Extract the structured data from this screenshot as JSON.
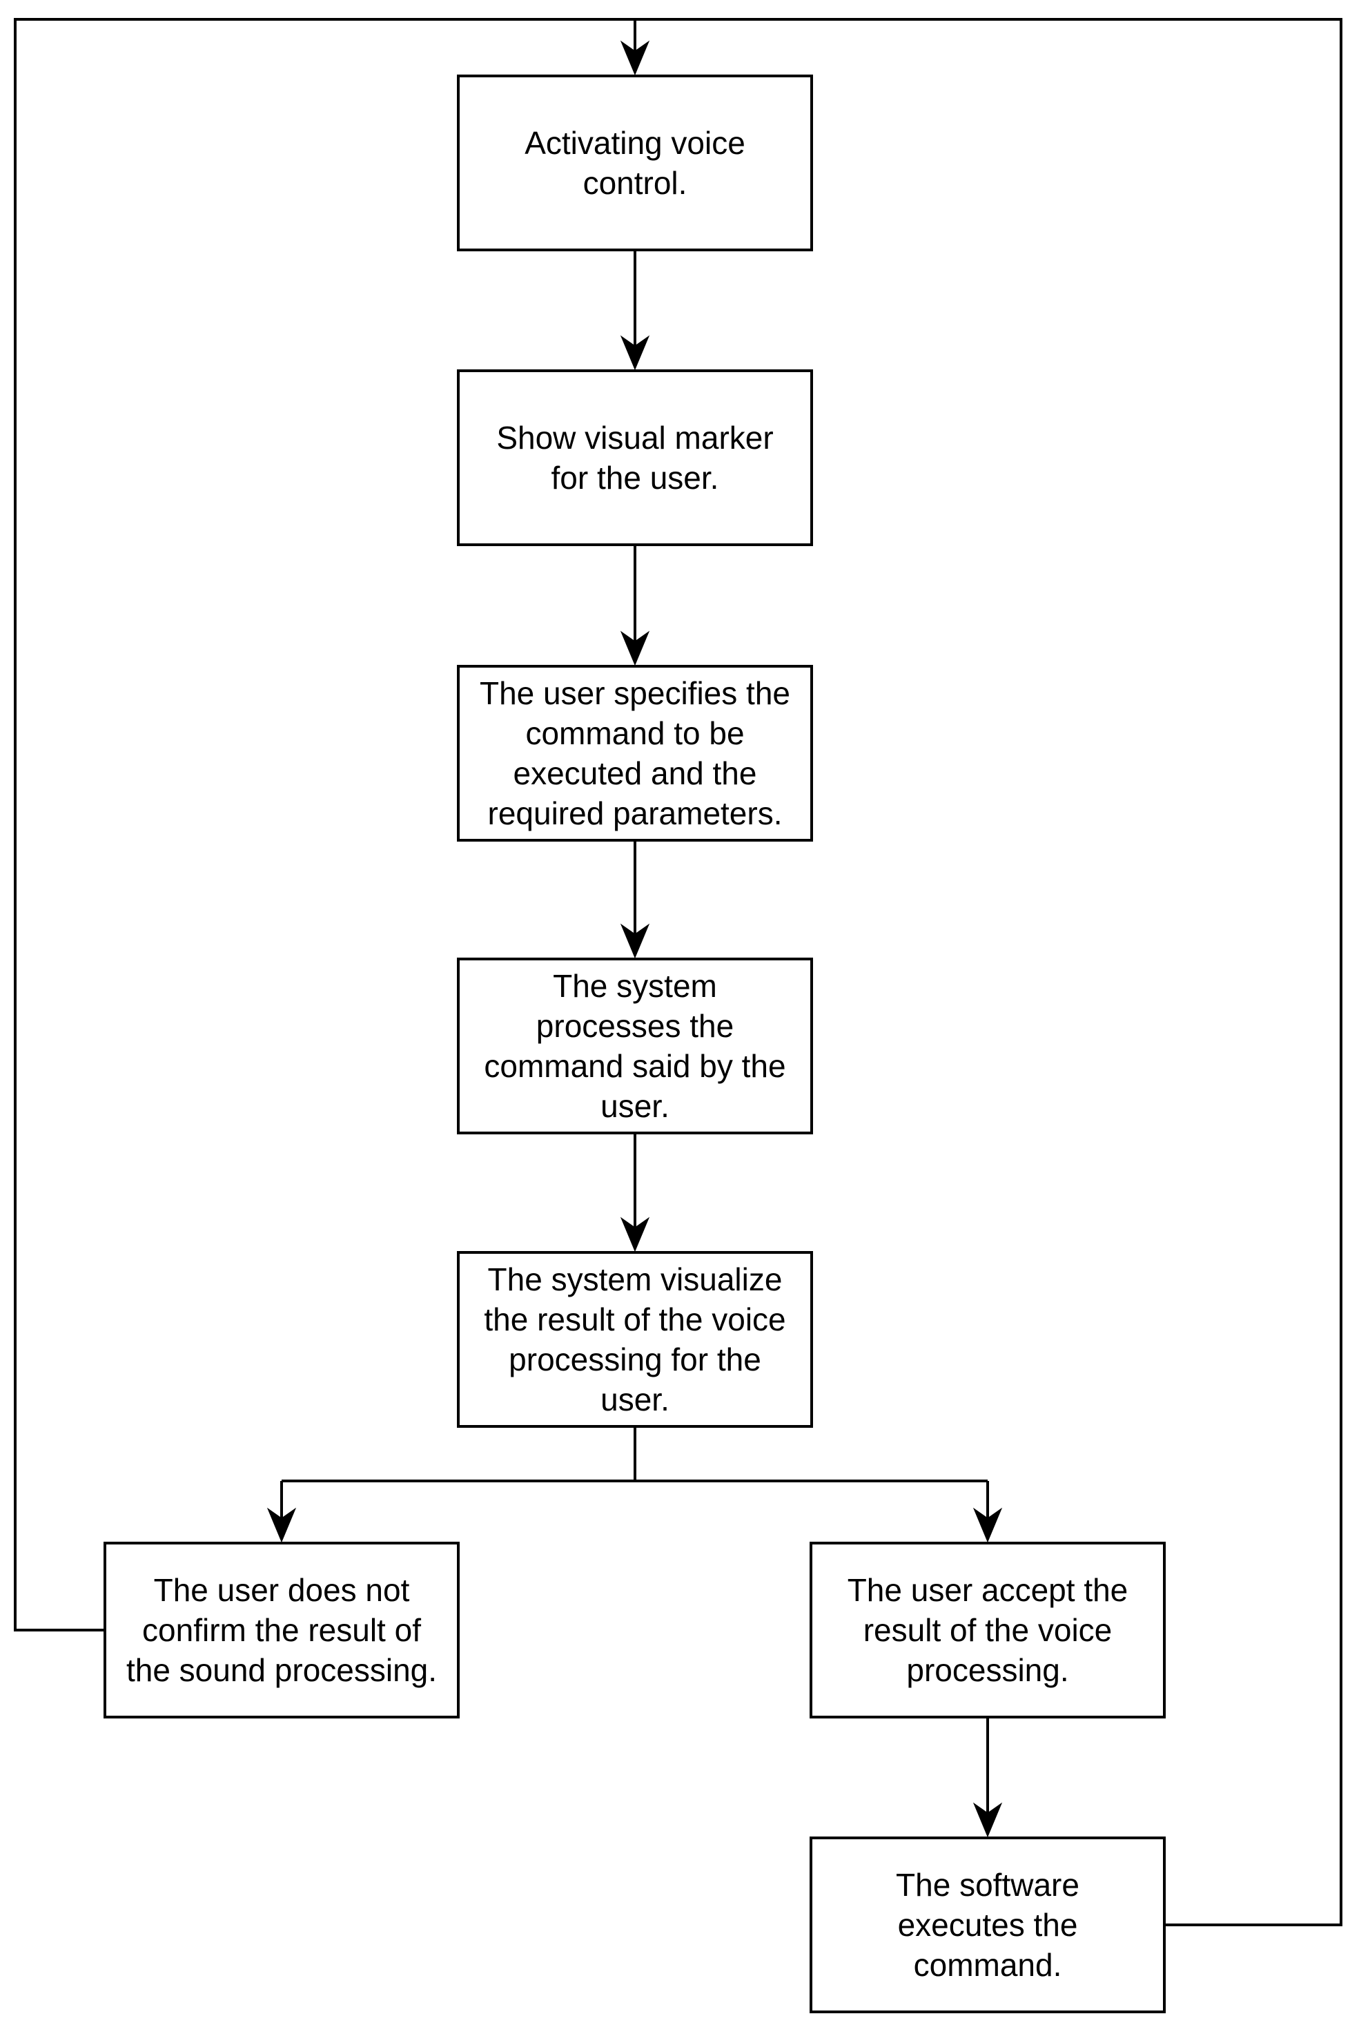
{
  "diagram": {
    "type": "flowchart",
    "colors": {
      "background": "#ffffff",
      "node_fill": "#ffffff",
      "node_border": "#000000",
      "line": "#000000",
      "text": "#000000"
    },
    "nodes": [
      {
        "id": "activating-voice-control",
        "label": "Activating voice\ncontrol."
      },
      {
        "id": "show-visual-marker",
        "label": "Show visual marker\nfor the user."
      },
      {
        "id": "user-specifies-command",
        "label": "The user specifies the\ncommand to be\nexecuted and the\nrequired parameters."
      },
      {
        "id": "system-processes-command",
        "label": "The system\nprocesses the\ncommand said by the\nuser."
      },
      {
        "id": "system-visualizes-result",
        "label": "The system visualize\nthe result of the voice\nprocessing for the\nuser."
      },
      {
        "id": "user-does-not-confirm",
        "label": "The user does not\nconfirm the result of\nthe sound processing."
      },
      {
        "id": "user-accepts-result",
        "label": "The user accept the\nresult of the voice\nprocessing."
      },
      {
        "id": "software-executes-command",
        "label": "The software\nexecutes the\ncommand."
      }
    ],
    "edges": [
      {
        "from": "activating-voice-control",
        "to": "show-visual-marker"
      },
      {
        "from": "show-visual-marker",
        "to": "user-specifies-command"
      },
      {
        "from": "user-specifies-command",
        "to": "system-processes-command"
      },
      {
        "from": "system-processes-command",
        "to": "system-visualizes-result"
      },
      {
        "from": "system-visualizes-result",
        "to": "user-does-not-confirm"
      },
      {
        "from": "system-visualizes-result",
        "to": "user-accepts-result"
      },
      {
        "from": "user-accepts-result",
        "to": "software-executes-command"
      },
      {
        "from": "user-does-not-confirm",
        "to": "activating-voice-control"
      },
      {
        "from": "software-executes-command",
        "to": "activating-voice-control"
      }
    ]
  }
}
